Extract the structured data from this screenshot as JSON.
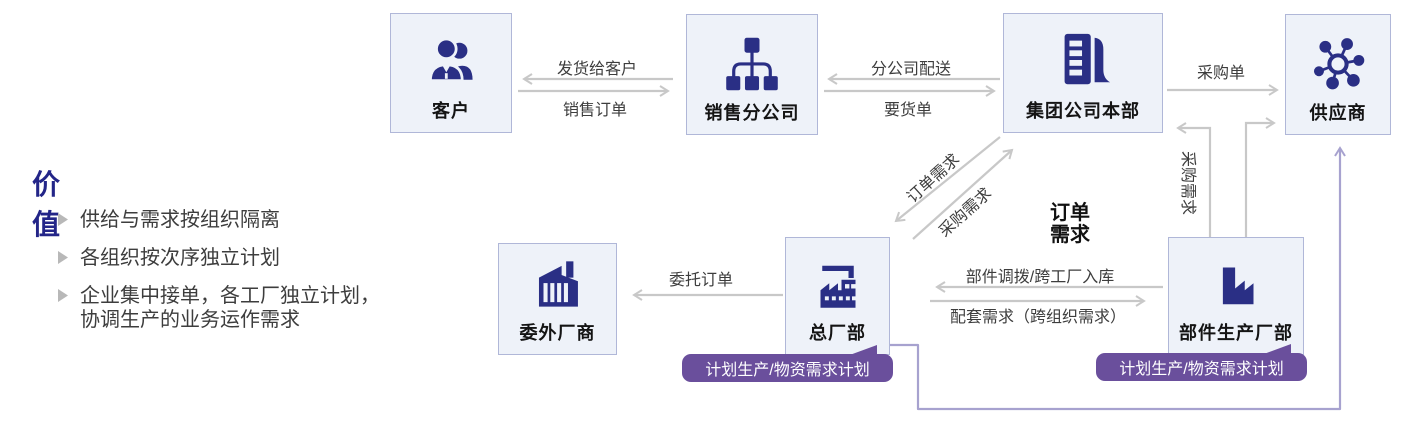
{
  "colors": {
    "navy": "#2a2f85",
    "node-bg": "#eef2f9",
    "node-border": "#b0b7d8",
    "arrow-gray": "#c8c8c8",
    "connector-purple": "#a7a2cf",
    "badge-purple": "#6a4f9c",
    "title-blue": "#232588",
    "bullet-gray": "#b8b8b8",
    "text-dark": "#3d3d3d"
  },
  "values_panel": {
    "title": "价值",
    "bullets": [
      "供给与需求按组织隔离",
      "各组织按次序独立计划",
      "企业集中接单，各工厂独立计划，协调生产的业务运作需求"
    ]
  },
  "nodes": {
    "customer": {
      "label": "客户",
      "icon": "customer-people-icon"
    },
    "sales_branch": {
      "label": "销售分公司",
      "icon": "org-tree-icon"
    },
    "group_hq": {
      "label": "集团公司本部",
      "icon": "office-buildings-icon"
    },
    "supplier": {
      "label": "供应商",
      "icon": "network-molecule-icon"
    },
    "outsourced_vendor": {
      "label": "委外厂商",
      "icon": "factory-chimney-icon"
    },
    "main_factory": {
      "label": "总厂部",
      "icon": "factory-roof-icon"
    },
    "parts_factory": {
      "label": "部件生产厂部",
      "icon": "factory-sawtooth-icon"
    }
  },
  "edges": {
    "ship_to_customer": {
      "label": "发货给客户"
    },
    "sales_order": {
      "label": "销售订单"
    },
    "branch_delivery": {
      "label": "分公司配送"
    },
    "request_order": {
      "label": "要货单"
    },
    "purchase_order": {
      "label": "采购单"
    },
    "order_demand_diagonal": {
      "label": "订单需求"
    },
    "purchase_demand_diagonal": {
      "label": "采购需求"
    },
    "purchase_demand_vertical": {
      "label": "采购需求"
    },
    "order_demand_emphasis": {
      "line1": "订单",
      "line2": "需求"
    },
    "consign_order": {
      "label": "委托订单"
    },
    "parts_transfer": {
      "label": "部件调拨/跨工厂入库"
    },
    "kitting_demand": {
      "label": "配套需求（跨组织需求）"
    }
  },
  "badges": {
    "main_factory_plan": {
      "label": "计划生产/物资需求计划"
    },
    "parts_factory_plan": {
      "label": "计划生产/物资需求计划"
    }
  }
}
